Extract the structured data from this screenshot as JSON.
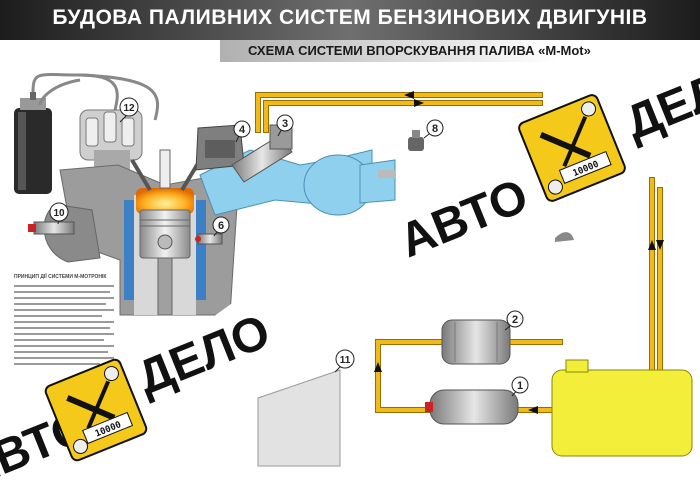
{
  "poster": {
    "title": "БУДОВА ПАЛИВНИХ СИСТЕМ БЕНЗИНОВИХ ДВИГУНІВ",
    "subtitle": "СХЕМА СИСТЕМИ ВПОРСКУВАННЯ ПАЛИВА «М-Mot»"
  },
  "callouts": {
    "n1": "1",
    "n2": "2",
    "n3": "3",
    "n4": "4",
    "n6": "6",
    "n8": "8",
    "n10": "10",
    "n11": "11",
    "n12": "12"
  },
  "text_block_heading": "ПРИНЦИП ДІЇ СИСТЕМИ М-МОТРОНІК",
  "watermark": {
    "word_avto": "АВТО",
    "word_delo": "ДЕЛО",
    "badge_digits": "10000"
  },
  "colors": {
    "fuel_line": "#f2b91a",
    "fuel_line_edge": "#9a6d00",
    "intake_blue": "#8fd0ee",
    "coolant_blue": "#3c80c6",
    "badge_yellow": "#f4c919",
    "tank_yellow": "#f3ee3a"
  }
}
